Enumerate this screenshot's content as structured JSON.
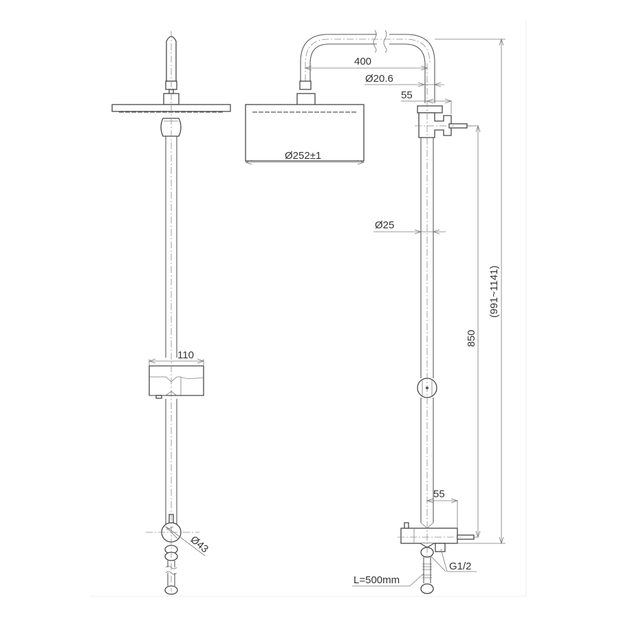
{
  "drawing": {
    "title": "Shower column technical drawing",
    "colors": {
      "line": "#555555",
      "text": "#333333",
      "background": "#ffffff"
    },
    "front_view": {
      "labels": {
        "holder_width": "110",
        "valve_diameter": "Ø43"
      }
    },
    "side_view": {
      "labels": {
        "arm_length": "400",
        "arm_diameter": "Ø20.6",
        "bracket_offset_top": "55",
        "head_diameter": "Ø252±1",
        "pipe_diameter": "Ø25",
        "valve_offset_bottom": "55",
        "inlet_thread": "G1/2",
        "hose_length": "L=500mm",
        "bracket_to_valve": "850",
        "total_height": "(991~1141)"
      }
    }
  }
}
